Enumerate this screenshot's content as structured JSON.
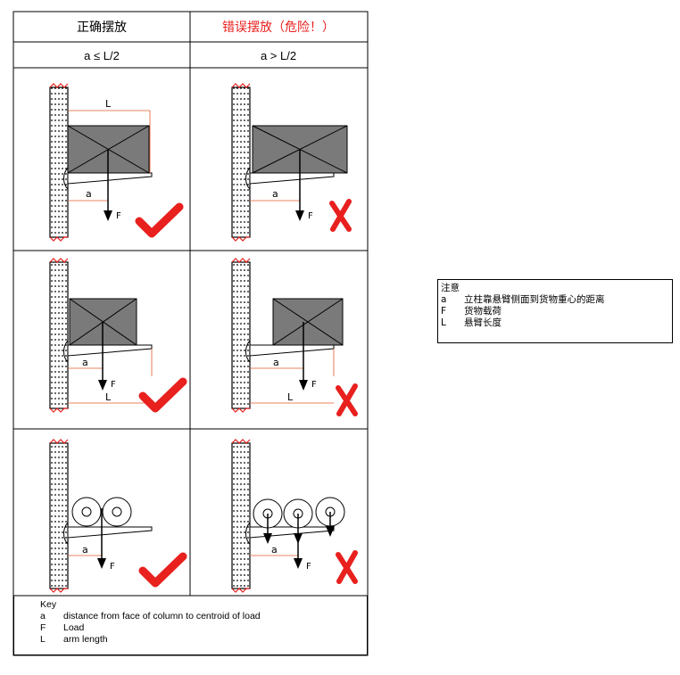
{
  "headers": {
    "correct": "正确摆放",
    "wrong": "错误摆放（危险！）",
    "cond_correct": "a ≤ L/2",
    "cond_wrong": "a > L/2"
  },
  "dim_labels": {
    "a": "a",
    "L": "L",
    "F": "F"
  },
  "colors": {
    "grid": "#000000",
    "wrong_header": "#e8201e",
    "mark": "#e8201e",
    "dim": "#e05a2a",
    "box_fill": "#7a7a7a"
  },
  "icons": {
    "check": "check-mark-icon",
    "cross": "cross-mark-icon"
  },
  "note": {
    "title": "注意",
    "items": [
      {
        "sym": "a",
        "text": "立柱靠悬臂侧面到货物重心的距离"
      },
      {
        "sym": "F",
        "text": "货物载荷"
      },
      {
        "sym": "L",
        "text": "悬臂长度"
      }
    ]
  },
  "key": {
    "title": "Key",
    "items": [
      {
        "sym": "a",
        "text": "distance from face of column to centroid of load"
      },
      {
        "sym": "F",
        "text": "Load"
      },
      {
        "sym": "L",
        "text": "arm length"
      }
    ]
  }
}
